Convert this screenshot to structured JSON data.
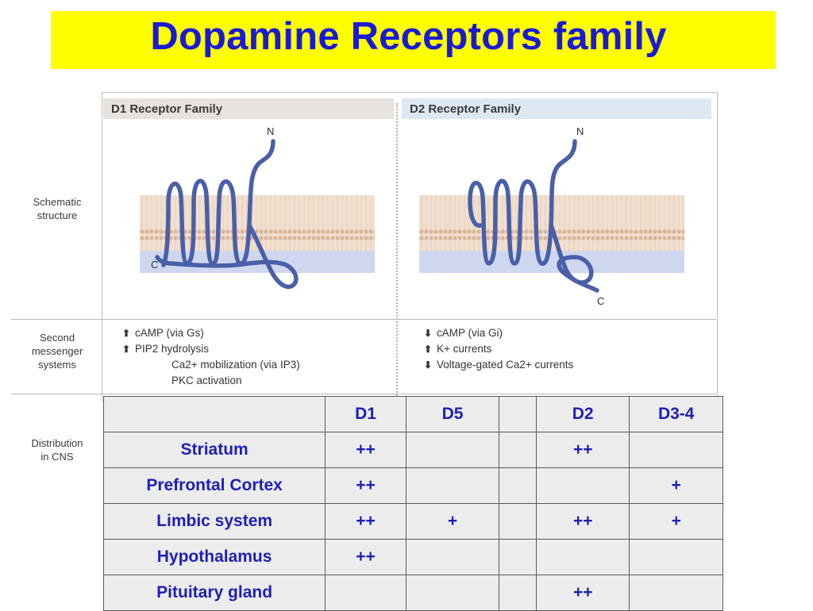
{
  "title": "Dopamine Receptors family",
  "figure": {
    "d1_header": "D1 Receptor Family",
    "d2_header": "D2 Receptor Family",
    "row_labels": {
      "schematic": [
        "Schematic",
        "structure"
      ],
      "second_messenger": [
        "Second",
        "messenger",
        "systems"
      ],
      "distribution": [
        "Distribution",
        "in CNS"
      ]
    },
    "terminal_labels": {
      "n": "N",
      "c": "C"
    },
    "d1_messengers": [
      {
        "arrow": "up",
        "text": "cAMP (via Gs)"
      },
      {
        "arrow": "up",
        "text": "PIP2 hydrolysis"
      },
      {
        "arrow": "none",
        "text": "Ca2+ mobilization (via IP3)"
      },
      {
        "arrow": "none",
        "text": "PKC activation"
      }
    ],
    "d2_messengers": [
      {
        "arrow": "down",
        "text": "cAMP (via Gi)"
      },
      {
        "arrow": "up",
        "text": "K+ currents"
      },
      {
        "arrow": "down",
        "text": "Voltage-gated Ca2+ currents"
      }
    ],
    "colors": {
      "helix": "#4a5fa8",
      "membrane": "#e6c9b0",
      "cytoplasm": "#b9c6e6",
      "title_bg": "#ffff00",
      "title_text": "#1a1ad6"
    }
  },
  "table": {
    "headers": [
      "",
      "D1",
      "D5",
      "",
      "D2",
      "D3-4"
    ],
    "rows": [
      [
        "Striatum",
        "++",
        "",
        "",
        "++",
        ""
      ],
      [
        "Prefrontal Cortex",
        "++",
        "",
        "",
        "",
        "+"
      ],
      [
        "Limbic system",
        "++",
        "+",
        "",
        "++",
        "+"
      ],
      [
        "Hypothalamus",
        "++",
        "",
        "",
        "",
        ""
      ],
      [
        "Pituitary gland",
        "",
        "",
        "",
        "++",
        ""
      ]
    ]
  }
}
